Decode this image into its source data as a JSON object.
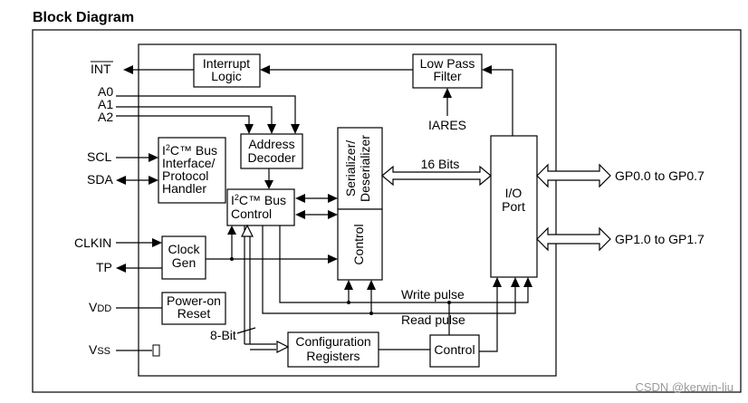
{
  "title": "Block Diagram",
  "pins": {
    "int": "INT",
    "a0": "A0",
    "a1": "A1",
    "a2": "A2",
    "scl": "SCL",
    "sda": "SDA",
    "clkin": "CLKIN",
    "tp": "TP",
    "vdd_main": "V",
    "vdd_sub": "DD",
    "vss_main": "V",
    "vss_sub": "SS"
  },
  "blocks": {
    "interrupt_logic": [
      "Interrupt",
      "Logic"
    ],
    "low_pass_filter": [
      "Low Pass",
      "Filter"
    ],
    "address_decoder": [
      "Address",
      "Decoder"
    ],
    "i2c_handler": {
      "i": "I",
      "sup": "2",
      "rest": "C™ Bus",
      "lines": [
        "Interface/",
        "Protocol",
        "Handler"
      ]
    },
    "i2c_control": {
      "i": "I",
      "sup": "2",
      "rest": "C™ Bus",
      "line2": "Control"
    },
    "serializer": [
      "Serializer/",
      "Deserializer"
    ],
    "serdes_control": "Control",
    "io_port": [
      "I/O",
      "Port"
    ],
    "clock_gen": [
      "Clock",
      "Gen"
    ],
    "power_on_reset": [
      "Power-on",
      "Reset"
    ],
    "config_registers": [
      "Configuration",
      "Registers"
    ],
    "config_control": "Control"
  },
  "labels": {
    "iares": "IARES",
    "bits16": "16 Bits",
    "write_pulse": "Write pulse",
    "read_pulse": "Read pulse",
    "bit8": "8-Bit",
    "gp0": "GP0.0 to GP0.7",
    "gp1": "GP1.0 to GP1.7"
  },
  "watermark": "CSDN @kerwin-liu"
}
